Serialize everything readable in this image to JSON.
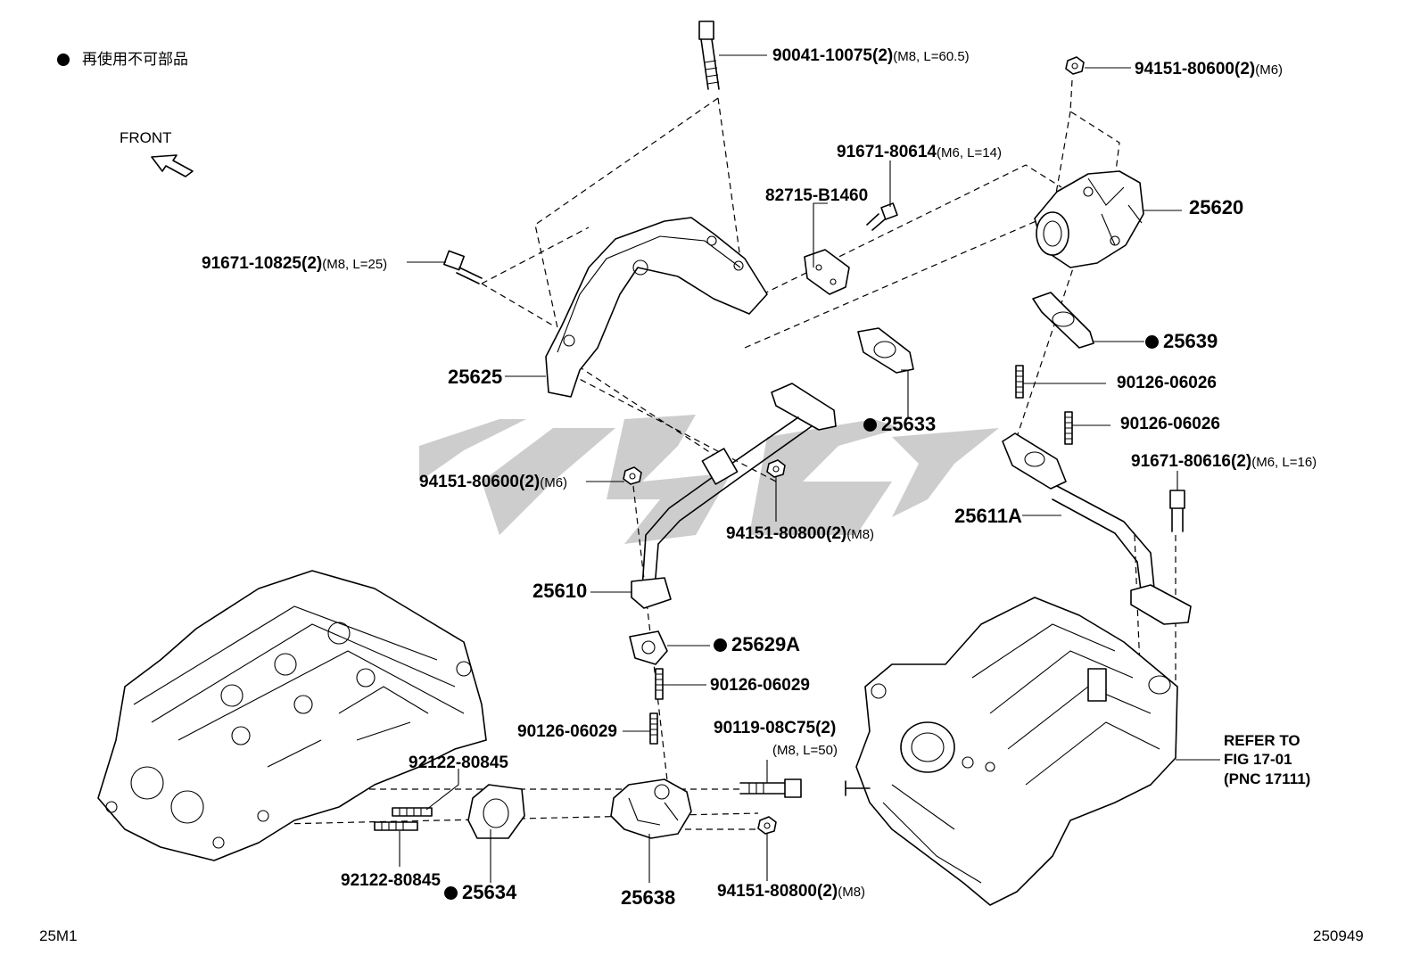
{
  "legend": {
    "marker_symbol": "●",
    "text": "再使用不可部品"
  },
  "front_indicator": {
    "text": "FRONT"
  },
  "watermark": {
    "color": "#c8c8c8"
  },
  "callouts": {
    "p90041": {
      "number": "90041-10075(2)",
      "spec": "(M8, L=60.5)"
    },
    "p94151_top": {
      "number": "94151-80600(2)",
      "spec": "(M6)"
    },
    "p91671_14": {
      "number": "91671-80614",
      "spec": "(M6, L=14)"
    },
    "p25620": {
      "number": "25620"
    },
    "p82715": {
      "number": "82715-B1460"
    },
    "p91671_25": {
      "number": "91671-10825(2)",
      "spec": "(M8, L=25)"
    },
    "p25639": {
      "number": "25639"
    },
    "p25625": {
      "number": "25625"
    },
    "p90126_a": {
      "number": "90126-06026"
    },
    "p25633": {
      "number": "25633"
    },
    "p90126_b": {
      "number": "90126-06026"
    },
    "p91671_16": {
      "number": "91671-80616(2)",
      "spec": "(M6, L=16)"
    },
    "p94151_mid": {
      "number": "94151-80600(2)",
      "spec": "(M6)"
    },
    "p25611A": {
      "number": "25611A"
    },
    "p94151_m8a": {
      "number": "94151-80800(2)",
      "spec": "(M8)"
    },
    "p25610": {
      "number": "25610"
    },
    "p25629A": {
      "number": "25629A"
    },
    "p90126_29a": {
      "number": "90126-06029"
    },
    "p90126_29b": {
      "number": "90126-06029"
    },
    "p90119": {
      "number": "90119-08C75(2)",
      "spec": "(M8, L=50)"
    },
    "p92122_a": {
      "number": "92122-80845"
    },
    "p92122_b": {
      "number": "92122-80845"
    },
    "p25634": {
      "number": "25634"
    },
    "p25638": {
      "number": "25638"
    },
    "p94151_m8b": {
      "number": "94151-80800(2)",
      "spec": "(M8)"
    },
    "refer": {
      "text": "REFER TO\nFIG 17-01\n(PNC 17111)"
    }
  },
  "footer": {
    "left_code": "25M1",
    "right_code": "250949"
  }
}
